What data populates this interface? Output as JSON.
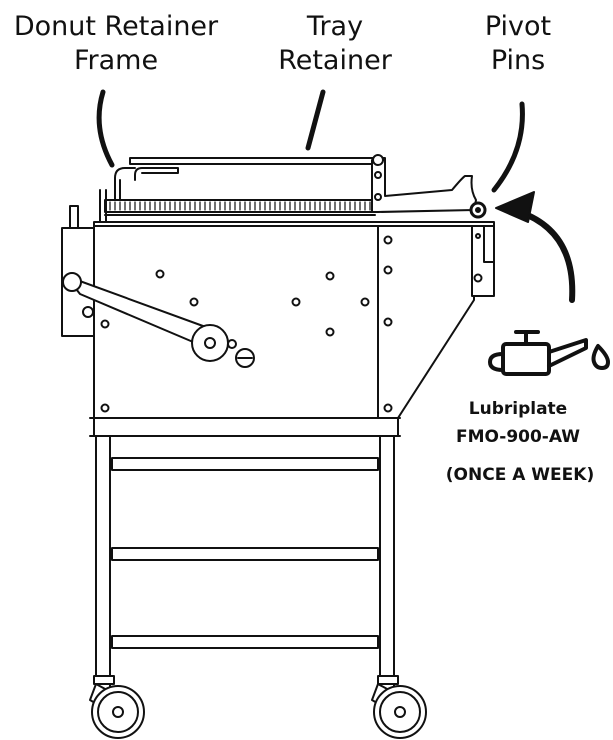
{
  "labels": {
    "donut_retainer_frame": [
      "Donut Retainer",
      "Frame"
    ],
    "tray_retainer": [
      "Tray",
      "Retainer"
    ],
    "pivot_pins": [
      "Pivot",
      "Pins"
    ]
  },
  "lubrication": {
    "product": "Lubriplate",
    "grade": "FMO-900-AW",
    "interval": "(ONCE A WEEK)"
  },
  "icons": [
    "oil-can-icon",
    "oil-drop-icon",
    "arrow-icon"
  ],
  "colors": {
    "ink": "#111111",
    "paper": "#ffffff"
  }
}
